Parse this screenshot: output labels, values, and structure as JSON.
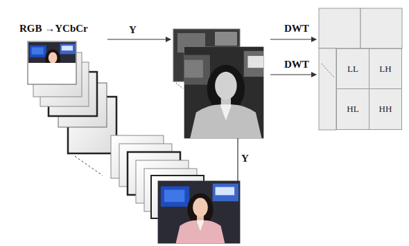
{
  "diagram": {
    "nodes": [
      {
        "text": [
          "LL"
        ]
      },
      {
        "text": [
          "LH"
        ]
      },
      {
        "text": [
          "HL"
        ]
      },
      {
        "text": [
          "HH"
        ]
      }
    ],
    "labels": [
      "RGB →YCbCr",
      "Y",
      "DWT",
      "DWT",
      "Y"
    ]
  }
}
